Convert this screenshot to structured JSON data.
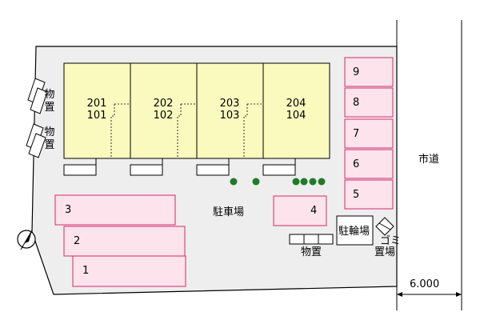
{
  "colors": {
    "lot": "#eeeeee",
    "building": "#fafabf",
    "parking_fill": "#fde3ec",
    "parking_border": "#d4286a",
    "tree": "#1f7a2a"
  },
  "buildings": [
    {
      "upper": "201",
      "lower": "101"
    },
    {
      "upper": "202",
      "lower": "102"
    },
    {
      "upper": "203",
      "lower": "103"
    },
    {
      "upper": "204",
      "lower": "104"
    }
  ],
  "parking_right": [
    "9",
    "8",
    "7",
    "6",
    "5"
  ],
  "parking_left": [
    "3",
    "2",
    "1"
  ],
  "parking_mid": "4",
  "labels": {
    "parking_lot": "駐車場",
    "storage_left_1": [
      "物",
      "置"
    ],
    "storage_left_2": [
      "物",
      "置"
    ],
    "storage_bottom": "物置",
    "bicycle_parking": "駐輪場",
    "garbage_1": "ゴミ",
    "garbage_2": "置場",
    "city_road": "市道",
    "road_width": "6.000"
  },
  "icons": [
    "north-arrow-icon",
    "tree-icon"
  ]
}
